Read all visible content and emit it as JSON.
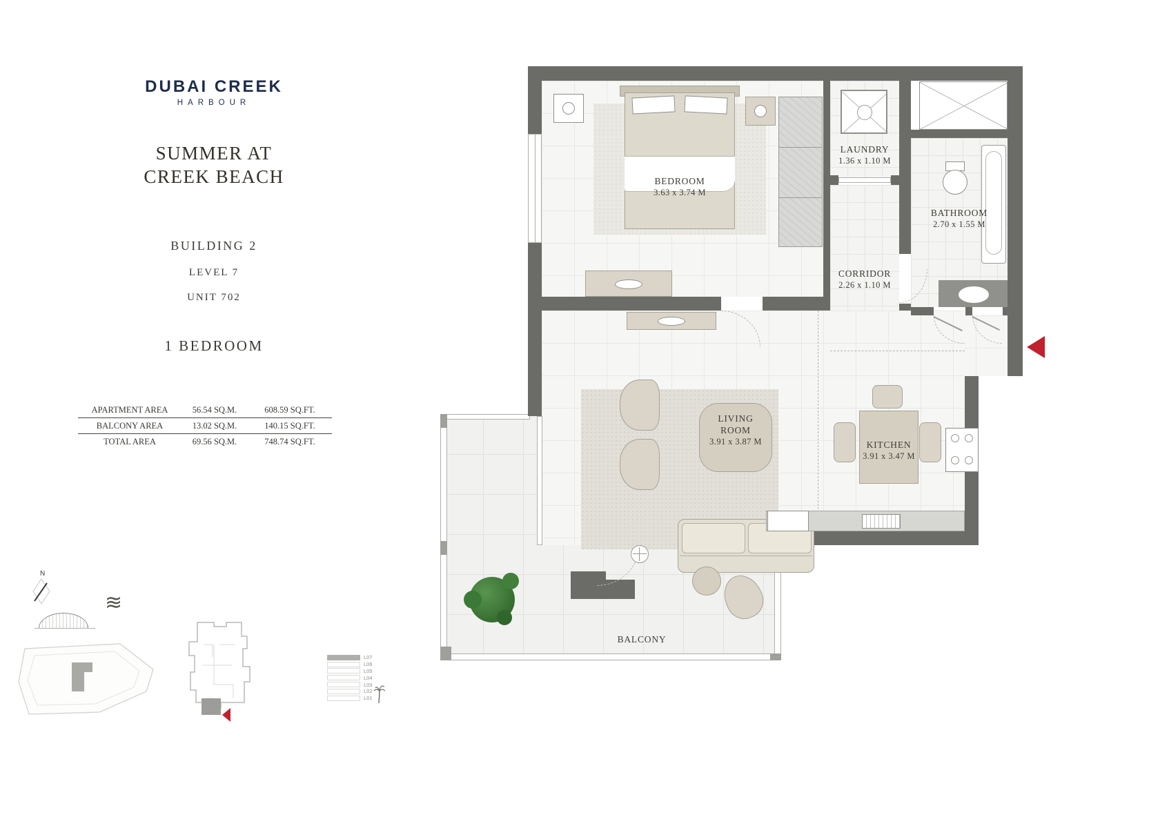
{
  "brand": {
    "name": "DUBAI CREEK",
    "subname": "HARBOUR"
  },
  "title": {
    "line1": "SUMMER AT",
    "line2": "CREEK BEACH"
  },
  "unit_info": {
    "building": "BUILDING 2",
    "level": "LEVEL 7",
    "unit_number": "UNIT 702",
    "type": "1 BEDROOM"
  },
  "areas": {
    "rows": [
      {
        "label": "APARTMENT AREA",
        "sqm": "56.54 SQ.M.",
        "sqft": "608.59 SQ.FT."
      },
      {
        "label": "BALCONY AREA",
        "sqm": "13.02 SQ.M.",
        "sqft": "140.15 SQ.FT."
      },
      {
        "label": "TOTAL AREA",
        "sqm": "69.56 SQ.M.",
        "sqft": "748.74 SQ.FT."
      }
    ]
  },
  "plan": {
    "bedroom": {
      "name": "BEDROOM",
      "dims": "3.63 x 3.74 M"
    },
    "laundry": {
      "name": "LAUNDRY",
      "dims": "1.36 x 1.10 M"
    },
    "bathroom": {
      "name": "BATHROOM",
      "dims": "2.70 x 1.55 M"
    },
    "corridor": {
      "name": "CORRIDOR",
      "dims": "2.26 x 1.10 M"
    },
    "living": {
      "name_line1": "LIVING",
      "name_line2": "ROOM",
      "dims": "3.91 x 3.87 M"
    },
    "kitchen": {
      "name": "KITCHEN",
      "dims": "3.91 x 3.47 M"
    },
    "balcony": {
      "name": "BALCONY"
    }
  },
  "keyplan": {
    "compass": "N",
    "levels": [
      "L07",
      "L06",
      "L05",
      "L04",
      "L03",
      "L02",
      "L01"
    ],
    "highlighted_level": "L07"
  },
  "colors": {
    "brand_navy": "#1d2c4c",
    "wall_gray": "#6b6b68",
    "accent_red": "#c1202f"
  }
}
